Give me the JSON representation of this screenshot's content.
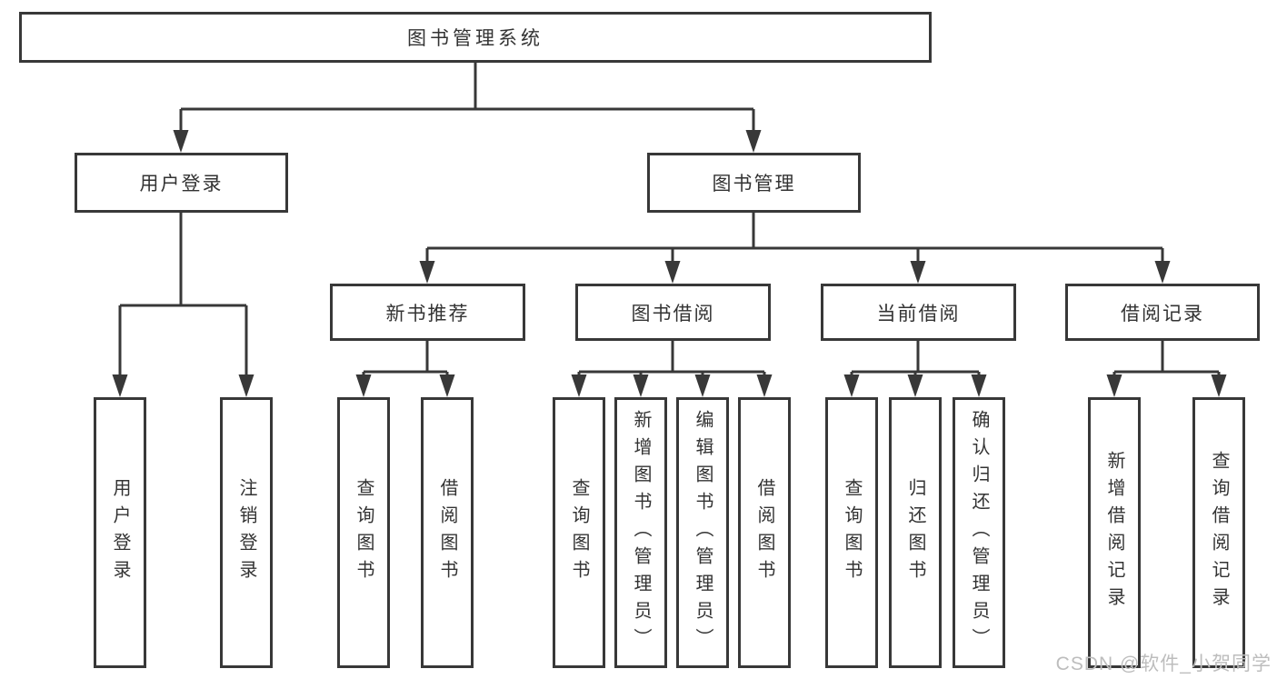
{
  "diagram": {
    "root": {
      "label": "图书管理系统"
    },
    "branches": [
      {
        "label": "用户登录",
        "children": [
          {
            "label": "用户登录"
          },
          {
            "label": "注销登录"
          }
        ]
      },
      {
        "label": "图书管理",
        "children": [
          {
            "label": "新书推荐",
            "children": [
              {
                "label": "查询图书"
              },
              {
                "label": "借阅图书"
              }
            ]
          },
          {
            "label": "图书借阅",
            "children": [
              {
                "label": "查询图书"
              },
              {
                "label": "新增图书（管理员）"
              },
              {
                "label": "编辑图书（管理员）"
              },
              {
                "label": "借阅图书"
              }
            ]
          },
          {
            "label": "当前借阅",
            "children": [
              {
                "label": "查询图书"
              },
              {
                "label": "归还图书"
              },
              {
                "label": "确认归还（管理员）"
              }
            ]
          },
          {
            "label": "借阅记录",
            "children": [
              {
                "label": "新增借阅记录"
              },
              {
                "label": "查询借阅记录"
              }
            ]
          }
        ]
      }
    ]
  },
  "watermark": {
    "text": "CSDN @软件_小贺同学"
  },
  "colors": {
    "line": "#383838",
    "box_border": "#383838",
    "text": "#333333",
    "watermark_text": "#bdbdbd",
    "background": "#ffffff"
  }
}
